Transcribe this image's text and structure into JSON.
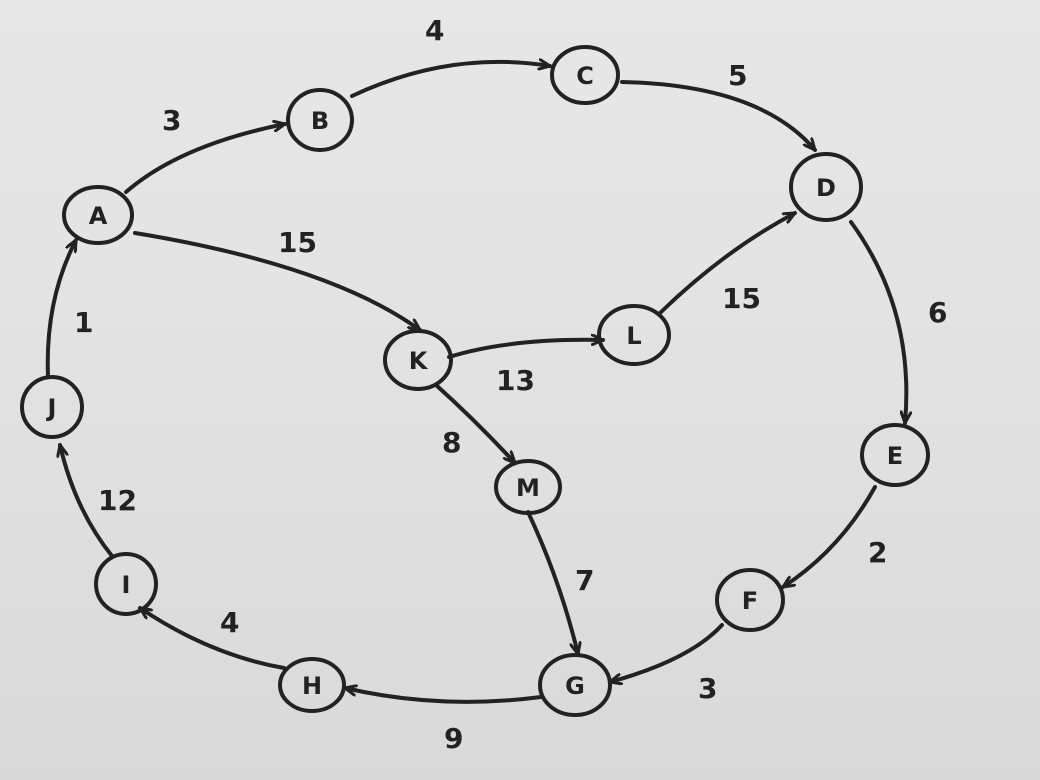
{
  "nodes": [
    {
      "id": "A",
      "label": "A"
    },
    {
      "id": "B",
      "label": "B"
    },
    {
      "id": "C",
      "label": "C"
    },
    {
      "id": "D",
      "label": "D"
    },
    {
      "id": "E",
      "label": "E"
    },
    {
      "id": "F",
      "label": "F"
    },
    {
      "id": "G",
      "label": "G"
    },
    {
      "id": "H",
      "label": "H"
    },
    {
      "id": "I",
      "label": "I"
    },
    {
      "id": "J",
      "label": "J"
    },
    {
      "id": "K",
      "label": "K"
    },
    {
      "id": "L",
      "label": "L"
    },
    {
      "id": "M",
      "label": "M"
    }
  ],
  "edges": [
    {
      "from": "A",
      "to": "B",
      "weight": "3"
    },
    {
      "from": "B",
      "to": "C",
      "weight": "4"
    },
    {
      "from": "C",
      "to": "D",
      "weight": "5"
    },
    {
      "from": "D",
      "to": "E",
      "weight": "6"
    },
    {
      "from": "E",
      "to": "F",
      "weight": "2"
    },
    {
      "from": "F",
      "to": "G",
      "weight": "3"
    },
    {
      "from": "G",
      "to": "H",
      "weight": "9"
    },
    {
      "from": "H",
      "to": "I",
      "weight": "4"
    },
    {
      "from": "I",
      "to": "J",
      "weight": "12"
    },
    {
      "from": "J",
      "to": "A",
      "weight": "1"
    },
    {
      "from": "A",
      "to": "K",
      "weight": "15"
    },
    {
      "from": "K",
      "to": "L",
      "weight": "13"
    },
    {
      "from": "L",
      "to": "D",
      "weight": "15"
    },
    {
      "from": "K",
      "to": "M",
      "weight": "8"
    },
    {
      "from": "M",
      "to": "G",
      "weight": "7"
    }
  ]
}
